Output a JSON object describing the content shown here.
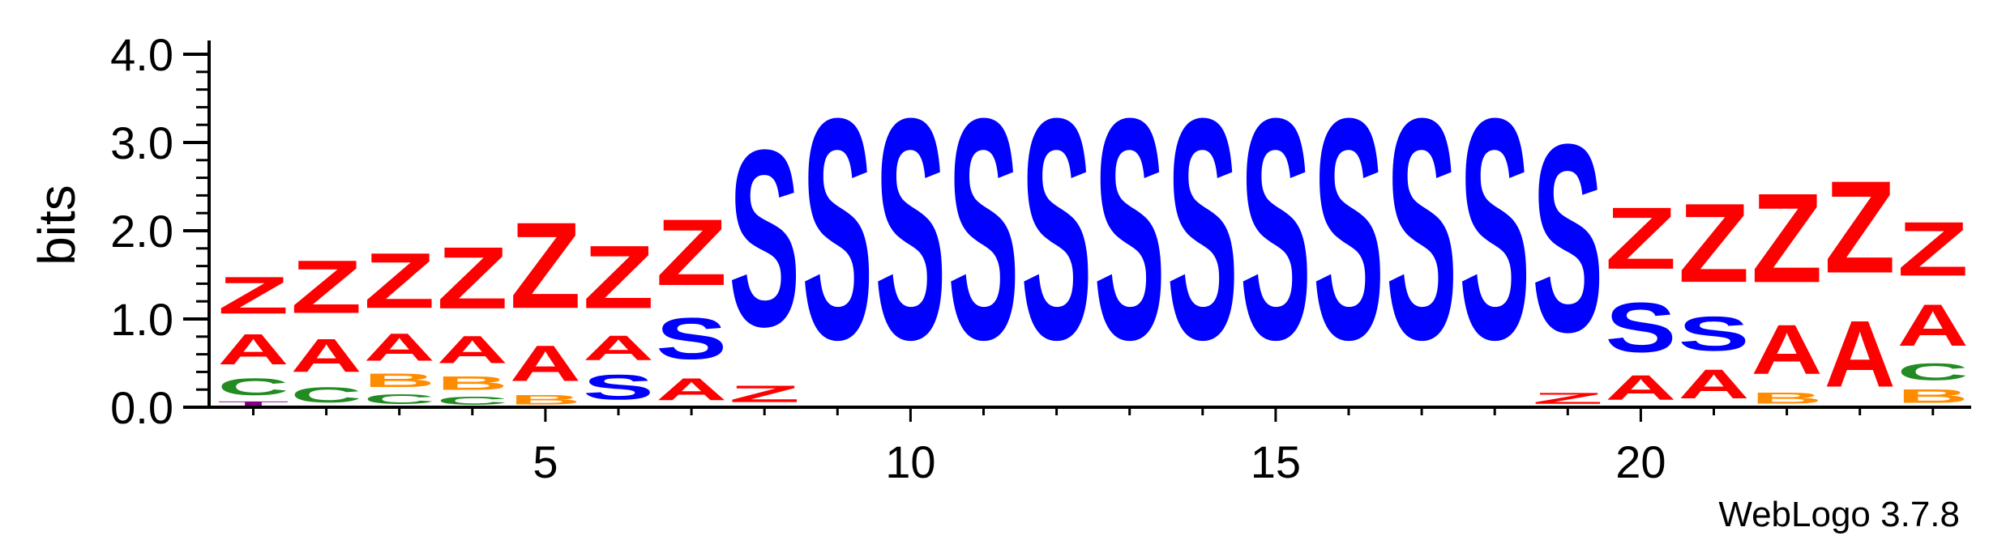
{
  "chart_data": {
    "type": "sequence-logo",
    "title": "",
    "ylabel": "bits",
    "xlabel": "",
    "ylim": [
      0,
      4.32
    ],
    "y_ticks": [
      "0.0",
      "1.0",
      "2.0",
      "3.0",
      "4.0"
    ],
    "x_ticks": [
      "5",
      "10",
      "15",
      "20"
    ],
    "x_tick_positions": [
      5,
      10,
      15,
      20
    ],
    "colors": {
      "Z": "#ff0000",
      "A": "#ff0000",
      "S": "#0000ff",
      "C": "#228b22",
      "B": "#ff8c00",
      "T": "#800080",
      "axis": "#000000"
    },
    "positions": [
      {
        "pos": 1,
        "stack": [
          {
            "letter": "T",
            "height": 0.08
          },
          {
            "letter": "C",
            "height": 0.3
          },
          {
            "letter": "A",
            "height": 0.55
          },
          {
            "letter": "Z",
            "height": 0.67
          }
        ]
      },
      {
        "pos": 2,
        "stack": [
          {
            "letter": "C",
            "height": 0.28
          },
          {
            "letter": "A",
            "height": 0.6
          },
          {
            "letter": "Z",
            "height": 0.96
          }
        ]
      },
      {
        "pos": 3,
        "stack": [
          {
            "letter": "C",
            "height": 0.18
          },
          {
            "letter": "B",
            "height": 0.25
          },
          {
            "letter": "A",
            "height": 0.5
          },
          {
            "letter": "Z",
            "height": 1.0
          }
        ]
      },
      {
        "pos": 4,
        "stack": [
          {
            "letter": "C",
            "height": 0.15
          },
          {
            "letter": "B",
            "height": 0.25
          },
          {
            "letter": "A",
            "height": 0.5
          },
          {
            "letter": "Z",
            "height": 1.12
          }
        ]
      },
      {
        "pos": 5,
        "stack": [
          {
            "letter": "B",
            "height": 0.17
          },
          {
            "letter": "A",
            "height": 0.65
          },
          {
            "letter": "Z",
            "height": 1.56
          }
        ]
      },
      {
        "pos": 6,
        "stack": [
          {
            "letter": "S",
            "height": 0.45
          },
          {
            "letter": "A",
            "height": 0.45
          },
          {
            "letter": "Z",
            "height": 1.14
          }
        ]
      },
      {
        "pos": 7,
        "stack": [
          {
            "letter": "A",
            "height": 0.4
          },
          {
            "letter": "S",
            "height": 0.75
          },
          {
            "letter": "Z",
            "height": 1.2
          }
        ]
      },
      {
        "pos": 8,
        "stack": [
          {
            "letter": "Z",
            "height": 0.3
          },
          {
            "letter": "S",
            "height": 3.2
          }
        ]
      },
      {
        "pos": 9,
        "stack": [
          {
            "letter": "S",
            "height": 4.0
          }
        ]
      },
      {
        "pos": 10,
        "stack": [
          {
            "letter": "S",
            "height": 4.0
          }
        ]
      },
      {
        "pos": 11,
        "stack": [
          {
            "letter": "S",
            "height": 4.0
          }
        ]
      },
      {
        "pos": 12,
        "stack": [
          {
            "letter": "S",
            "height": 4.0
          }
        ]
      },
      {
        "pos": 13,
        "stack": [
          {
            "letter": "S",
            "height": 4.0
          }
        ]
      },
      {
        "pos": 14,
        "stack": [
          {
            "letter": "S",
            "height": 4.0
          }
        ]
      },
      {
        "pos": 15,
        "stack": [
          {
            "letter": "S",
            "height": 4.0
          }
        ]
      },
      {
        "pos": 16,
        "stack": [
          {
            "letter": "S",
            "height": 4.0
          }
        ]
      },
      {
        "pos": 17,
        "stack": [
          {
            "letter": "S",
            "height": 4.0
          }
        ]
      },
      {
        "pos": 18,
        "stack": [
          {
            "letter": "S",
            "height": 4.0
          }
        ]
      },
      {
        "pos": 19,
        "stack": [
          {
            "letter": "Z",
            "height": 0.2
          },
          {
            "letter": "S",
            "height": 3.4
          }
        ]
      },
      {
        "pos": 20,
        "stack": [
          {
            "letter": "A",
            "height": 0.45
          },
          {
            "letter": "S",
            "height": 0.9
          },
          {
            "letter": "Z",
            "height": 1.12
          }
        ]
      },
      {
        "pos": 21,
        "stack": [
          {
            "letter": "A",
            "height": 0.52
          },
          {
            "letter": "S",
            "height": 0.62
          },
          {
            "letter": "Z",
            "height": 1.43
          }
        ]
      },
      {
        "pos": 22,
        "stack": [
          {
            "letter": "B",
            "height": 0.2
          },
          {
            "letter": "A",
            "height": 0.9
          },
          {
            "letter": "Z",
            "height": 1.62
          }
        ]
      },
      {
        "pos": 23,
        "stack": [
          {
            "letter": "A",
            "height": 1.2
          },
          {
            "letter": "Z",
            "height": 1.67
          }
        ]
      },
      {
        "pos": 24,
        "stack": [
          {
            "letter": "B",
            "height": 0.25
          },
          {
            "letter": "C",
            "height": 0.3
          },
          {
            "letter": "A",
            "height": 0.75
          },
          {
            "letter": "Z",
            "height": 0.98
          }
        ]
      }
    ]
  },
  "footer": {
    "credit": "WebLogo 3.7.8"
  }
}
